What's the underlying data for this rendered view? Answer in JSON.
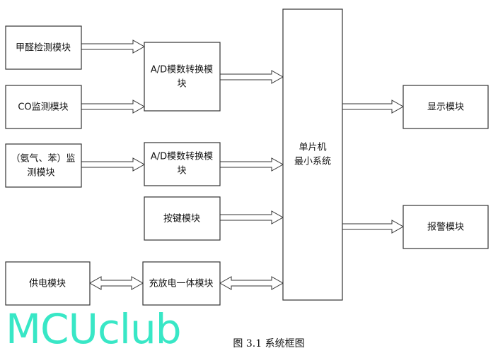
{
  "diagram": {
    "blocks": {
      "formaldehyde": "甲醛检测模块",
      "co": "CO监测模块",
      "ammonia_benzene_1": "（氨气、苯）监",
      "ammonia_benzene_2": "测模块",
      "ad1_line1": "A/D模数转换模",
      "ad1_line2": "块",
      "ad2_line1": "A/D模数转换模",
      "ad2_line2": "块",
      "keys": "按键模块",
      "power": "供电模块",
      "charge": "充放电一体模块",
      "mcu_line1": "单片机",
      "mcu_line2": "最小系统",
      "display": "显示模块",
      "alarm": "报警模块"
    },
    "caption": "图 3.1  系统框图",
    "watermark": "MCUclub"
  }
}
